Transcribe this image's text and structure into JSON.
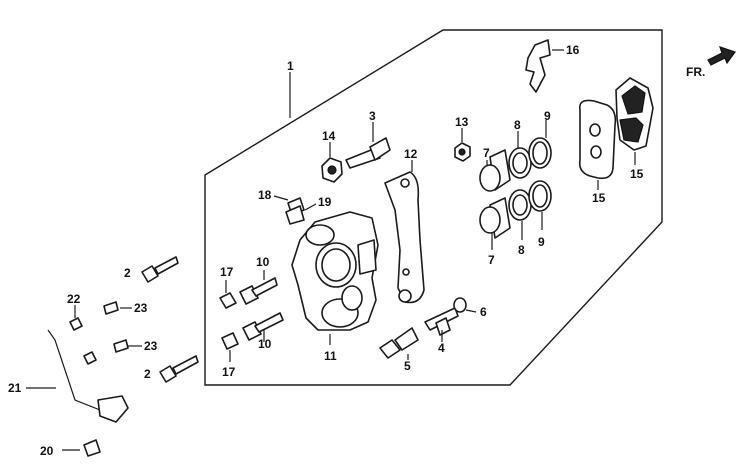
{
  "diagram": {
    "front_marker": "FR.",
    "callouts": [
      "1",
      "2",
      "3",
      "4",
      "5",
      "6",
      "7",
      "8",
      "9",
      "10",
      "11",
      "12",
      "13",
      "14",
      "15",
      "16",
      "17",
      "18",
      "19",
      "20",
      "21",
      "22",
      "23"
    ]
  }
}
